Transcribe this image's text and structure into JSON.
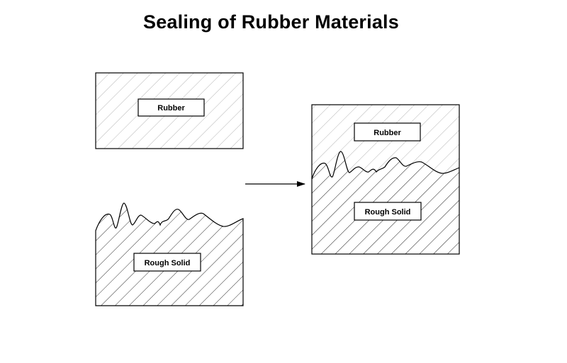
{
  "title": "Sealing of Rubber Materials",
  "labels": {
    "rubber_left": "Rubber",
    "rough_solid_left": "Rough Solid",
    "rubber_right": "Rubber",
    "rough_solid_right": "Rough Solid"
  }
}
